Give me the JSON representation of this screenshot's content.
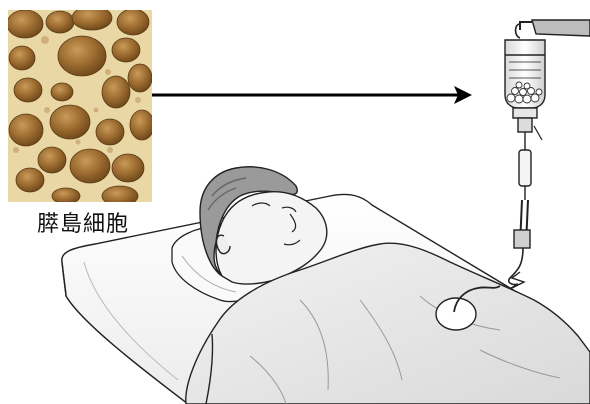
{
  "labels": {
    "islet_cells": "膵島細胞"
  },
  "colors": {
    "tissue_background": "#ead7a6",
    "islet_cluster": "#9a6a2f",
    "outline": "#222222",
    "patient_skin": "#f4f4f4",
    "blanket": "#e8e8e8",
    "arrow": "#000000"
  },
  "icons": {
    "micrograph": "islet-cell-micrograph",
    "arrow": "right-arrow",
    "iv_bag": "iv-drip-bag-with-islets",
    "patient": "patient-lying-in-bed"
  }
}
